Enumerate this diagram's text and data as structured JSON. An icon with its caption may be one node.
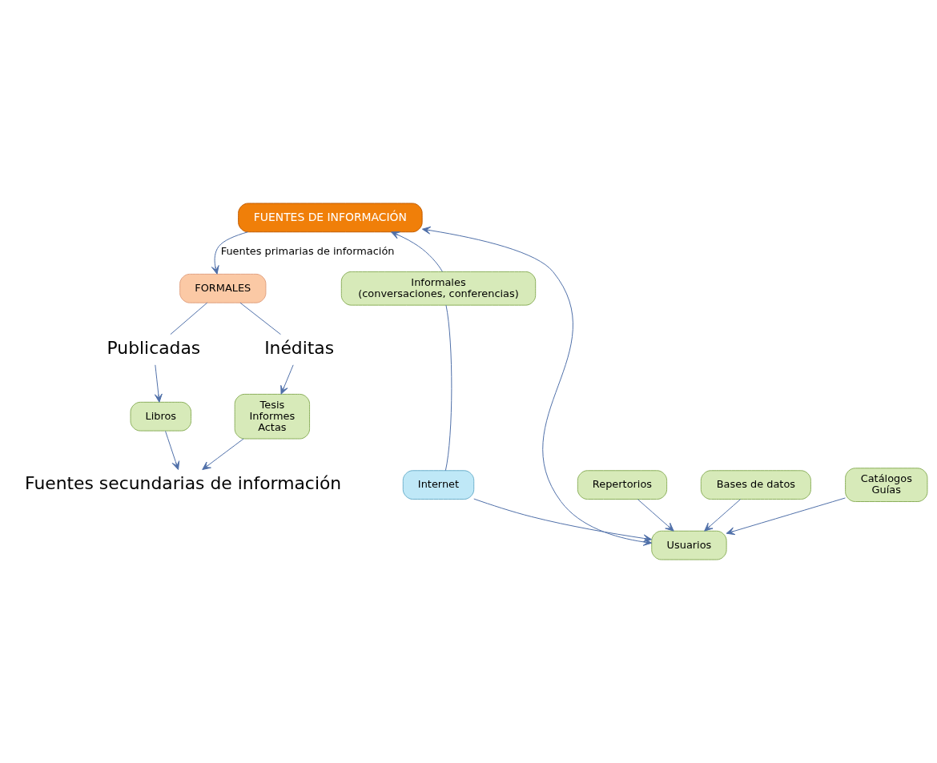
{
  "diagram": {
    "nodes": [
      {
        "text": [
          "FUENTES DE INFORMACIÓN"
        ]
      },
      {
        "text": [
          "FORMALES"
        ]
      },
      {
        "text": [
          "Informales",
          "(conversaciones, conferencias)"
        ]
      },
      {
        "text": [
          "Publicadas"
        ]
      },
      {
        "text": [
          "Inéditas"
        ]
      },
      {
        "text": [
          "Libros"
        ]
      },
      {
        "text": [
          "Tesis",
          "Informes",
          "Actas"
        ]
      },
      {
        "text": [
          "Internet"
        ]
      },
      {
        "text": [
          "Fuentes secundarias de información"
        ]
      },
      {
        "text": [
          "Repertorios"
        ]
      },
      {
        "text": [
          "Bases de datos"
        ]
      },
      {
        "text": [
          "Catálogos",
          "Guías"
        ]
      },
      {
        "text": [
          "Usuarios"
        ]
      }
    ],
    "edges": [
      {
        "from": 0,
        "to": 1,
        "arrow": "to",
        "label": "Fuentes primarias de información"
      },
      {
        "from": 1,
        "to": 3,
        "arrow": "none"
      },
      {
        "from": 1,
        "to": 4,
        "arrow": "none"
      },
      {
        "from": 3,
        "to": 5,
        "arrow": "to"
      },
      {
        "from": 4,
        "to": 6,
        "arrow": "to"
      },
      {
        "from": 5,
        "to": 8,
        "arrow": "to"
      },
      {
        "from": 6,
        "to": 8,
        "arrow": "to"
      },
      {
        "from": 9,
        "to": 12,
        "arrow": "to"
      },
      {
        "from": 10,
        "to": 12,
        "arrow": "to"
      },
      {
        "from": 11,
        "to": 12,
        "arrow": "to"
      },
      {
        "from": 12,
        "to": 0,
        "arrow": "both"
      },
      {
        "from": 7,
        "to": 12,
        "arrow": "to"
      },
      {
        "from": 7,
        "to": 2,
        "arrow": "none"
      },
      {
        "from": 2,
        "to": 0,
        "arrow": "to"
      }
    ]
  }
}
